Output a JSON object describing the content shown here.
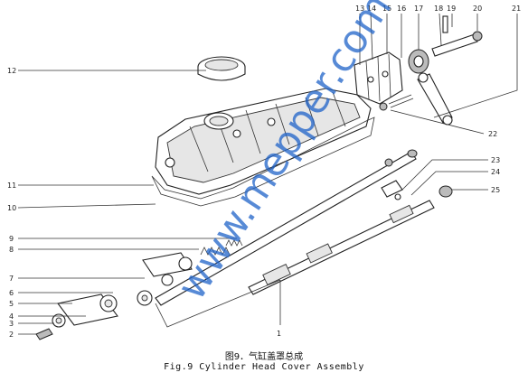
{
  "figure": {
    "caption_cn": "图9．气缸盖罩总成",
    "caption_en": "Fig.9 Cylinder Head Cover Assembly"
  },
  "watermark": {
    "text": "www.mepper.com"
  },
  "callouts": [
    "1",
    "2",
    "3",
    "4",
    "5",
    "6",
    "7",
    "8",
    "9",
    "10",
    "11",
    "12",
    "13",
    "14",
    "15",
    "16",
    "17",
    "18",
    "19",
    "20",
    "21",
    "22",
    "23",
    "24",
    "25"
  ]
}
